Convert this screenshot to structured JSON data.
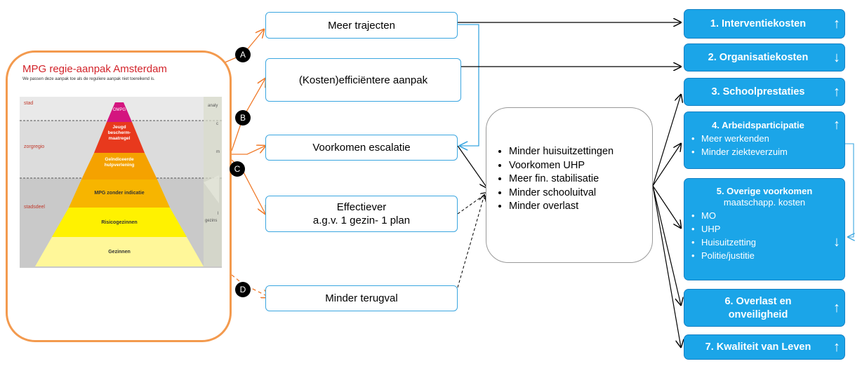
{
  "pyramid": {
    "title": "MPG regie-aanpak Amsterdam",
    "subtitle": "We passen deze aanpak toe als de reguliere aanpak niet toereikend is.",
    "zones": [
      "stad",
      "zorgregio",
      "stadsdeel"
    ],
    "levels": [
      "OMPG",
      "Jeugd bescherm-maatregel",
      "Geïndiceerde hulpverlening",
      "MPG zonder indicatie",
      "Risicogezinnen",
      "Gezinnen"
    ],
    "side_labels": [
      "analy",
      "c",
      "m",
      "l",
      "gezins"
    ],
    "colors": {
      "top": "#d4157f",
      "red": "#e8391d",
      "orange": "#f5a200",
      "amber": "#f9c80e",
      "yellow": "#fff200",
      "paleyellow": "#fff799"
    }
  },
  "markers": [
    "A",
    "B",
    "C",
    "D"
  ],
  "mechanisms": {
    "meer_trajecten": "Meer trajecten",
    "efficienter": "(Kosten)efficiëntere  aanpak",
    "escalatie": "Voorkomen escalatie",
    "effectiever_line1": "Effectiever",
    "effectiever_line2": "a.g.v. 1 gezin- 1 plan",
    "terugval": "Minder terugval"
  },
  "effects": [
    "Minder huisuitzettingen",
    "Voorkomen UHP",
    "Meer fin. stabilisatie",
    "Minder schooluitval",
    "Minder overlast"
  ],
  "outcomes": {
    "o1": {
      "title": "1. Interventiekosten",
      "arrow": "↑"
    },
    "o2": {
      "title": "2. Organisatiekosten",
      "arrow": "↓"
    },
    "o3": {
      "title": "3. Schoolprestaties",
      "arrow": "↑"
    },
    "o4": {
      "title": "4. Arbeidsparticipatie",
      "arrow": "↑",
      "items": [
        "Meer werkenden",
        "Minder ziekteverzuim"
      ]
    },
    "o5": {
      "title": "5. Overige voorkomen",
      "subtitle": "maatschapp.  kosten",
      "arrow": "↓",
      "items": [
        "MO",
        "UHP",
        "Huisuitzetting",
        "Politie/justitie"
      ]
    },
    "o6": {
      "title_line1": "6. Overlast en",
      "title_line2": "onveiligheid",
      "arrow": "↑"
    },
    "o7": {
      "title": "7. Kwaliteit van Leven",
      "arrow": "↑"
    }
  },
  "bullet": "•"
}
